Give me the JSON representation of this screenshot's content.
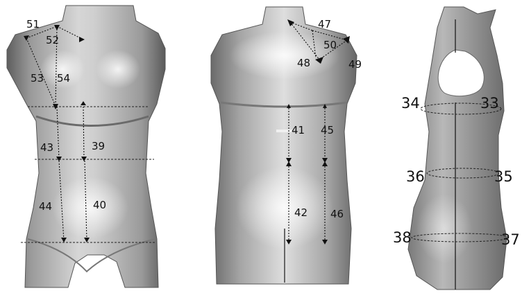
{
  "views": {
    "front": {
      "labels": {
        "m51": "51",
        "m52": "52",
        "m53": "53",
        "m54": "54",
        "m43": "43",
        "m39": "39",
        "m44": "44",
        "m40": "40"
      }
    },
    "back": {
      "labels": {
        "m47": "47",
        "m50": "50",
        "m48": "48",
        "m49": "49",
        "m41": "41",
        "m45": "45",
        "m42": "42",
        "m46": "46"
      }
    },
    "side": {
      "labels": {
        "m34": "34",
        "m33": "33",
        "m36": "36",
        "m35": "35",
        "m38": "38",
        "m37": "37"
      }
    }
  },
  "colors": {
    "background": "#ffffff",
    "scan_body": "#8a8a8a",
    "scan_highlight": "#e6e6e6",
    "annotation": "#111111"
  }
}
